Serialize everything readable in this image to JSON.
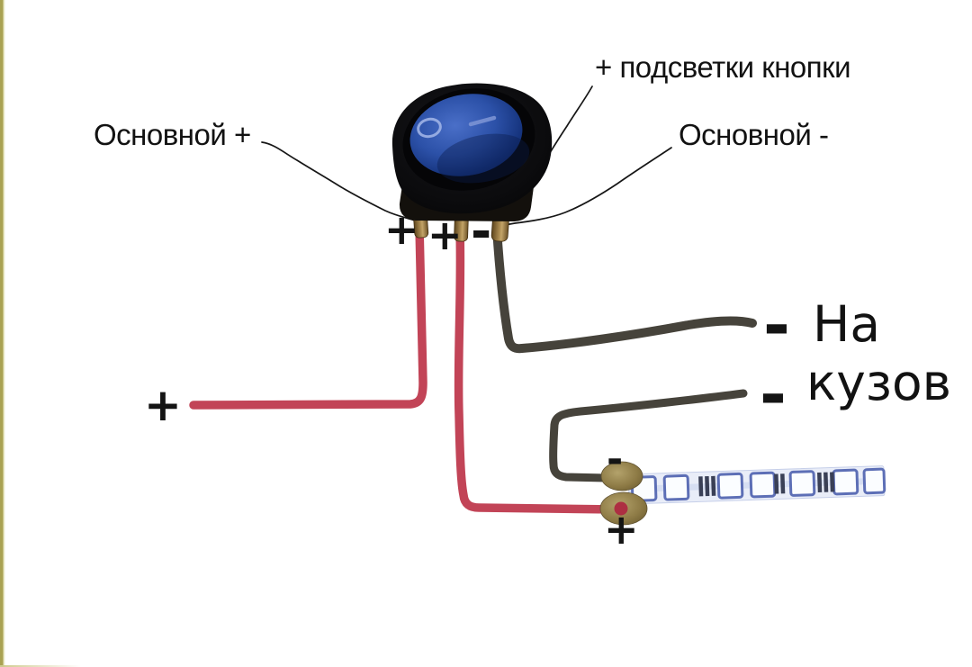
{
  "diagram": {
    "callout_labels": {
      "backlight_plus": "+ подсветки кнопки",
      "main_plus": "Основной +",
      "main_minus": "Основной -"
    },
    "chassis_label": {
      "line1": "На",
      "line2": "кузов"
    },
    "switch_terminal_signs": {
      "left": "+",
      "middle": "+",
      "right": "-"
    },
    "wire_end_signs": {
      "power_plus": "+",
      "chassis_minus_top": "-",
      "chassis_minus_bottom": "-",
      "led_minus": "-",
      "led_plus": "+"
    },
    "colors": {
      "positive_wire": "#c24457",
      "ground_wire": "#46433b",
      "switch_rocker_blue": "#2c51a8",
      "page_border_strip": "#a9a253",
      "background": "#ffffff",
      "led_strip_body": "#e9edf8",
      "solder_joint": "#8d7a45"
    }
  }
}
